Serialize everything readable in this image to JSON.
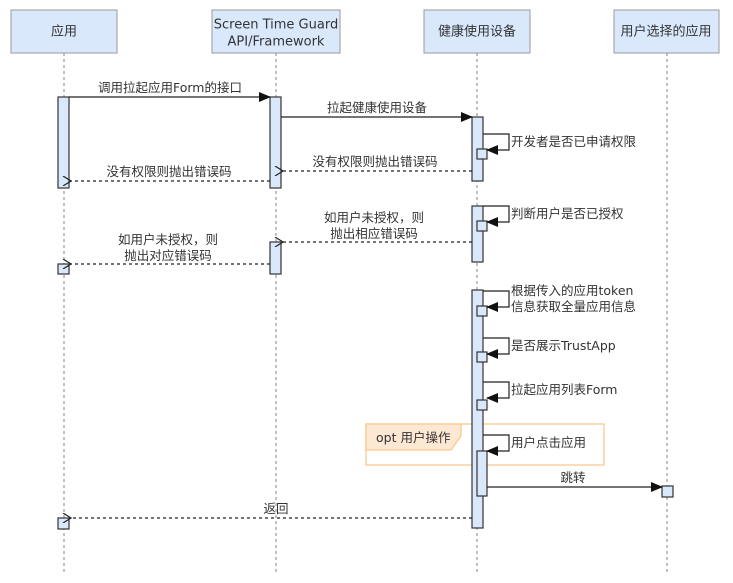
{
  "participants": [
    {
      "id": "app",
      "lines": [
        "应用"
      ]
    },
    {
      "id": "sctg",
      "lines": [
        "Screen Time Guard",
        "API/Framework"
      ]
    },
    {
      "id": "health",
      "lines": [
        "健康使用设备"
      ]
    },
    {
      "id": "selected",
      "lines": [
        "用户选择的应用"
      ]
    }
  ],
  "messages": [
    {
      "id": "m1",
      "from": "app",
      "to": "sctg",
      "style": "solid",
      "lines": [
        "调用拉起应用Form的接口"
      ]
    },
    {
      "id": "m2",
      "from": "sctg",
      "to": "health",
      "style": "solid",
      "lines": [
        "拉起健康使用设备"
      ]
    },
    {
      "id": "m3",
      "from": "health",
      "to": "health",
      "style": "self",
      "lines": [
        "开发者是否已申请权限"
      ]
    },
    {
      "id": "m4",
      "from": "health",
      "to": "sctg",
      "style": "dashed",
      "lines": [
        "没有权限则抛出错误码"
      ]
    },
    {
      "id": "m5",
      "from": "sctg",
      "to": "app",
      "style": "dashed",
      "lines": [
        "没有权限则抛出错误码"
      ]
    },
    {
      "id": "m6",
      "from": "health",
      "to": "health",
      "style": "self",
      "lines": [
        "判断用户是否已授权"
      ]
    },
    {
      "id": "m7",
      "from": "health",
      "to": "sctg",
      "style": "dashed",
      "lines": [
        "如用户未授权，则",
        "抛出相应错误码"
      ]
    },
    {
      "id": "m8",
      "from": "sctg",
      "to": "app",
      "style": "dashed",
      "lines": [
        "如用户未授权，则",
        "抛出对应错误码"
      ]
    },
    {
      "id": "m9",
      "from": "health",
      "to": "health",
      "style": "self",
      "lines": [
        "根据传入的应用token",
        "信息获取全量应用信息"
      ]
    },
    {
      "id": "m10",
      "from": "health",
      "to": "health",
      "style": "self",
      "lines": [
        "是否展示TrustApp"
      ]
    },
    {
      "id": "m11",
      "from": "health",
      "to": "health",
      "style": "self",
      "lines": [
        "拉起应用列表Form"
      ]
    },
    {
      "id": "m12",
      "from": "health",
      "to": "health",
      "style": "self",
      "lines": [
        "用户点击应用"
      ]
    },
    {
      "id": "m13",
      "from": "health",
      "to": "selected",
      "style": "solid",
      "lines": [
        "跳转"
      ]
    },
    {
      "id": "m14",
      "from": "health",
      "to": "app",
      "style": "dashed",
      "lines": [
        "返回"
      ]
    }
  ],
  "fragments": [
    {
      "id": "opt",
      "label": "opt 用户操作"
    }
  ]
}
